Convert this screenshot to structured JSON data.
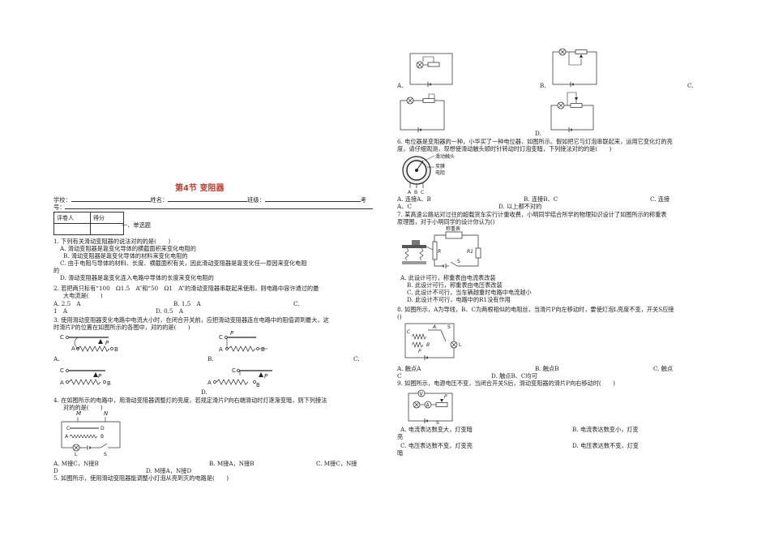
{
  "title": "第4节 变阻器",
  "info": {
    "school": "学校：",
    "name": "姓名：",
    "class": "班级：",
    "exam_no": "考",
    "exam_no2": "号："
  },
  "score_table": {
    "grader": "评卷人",
    "score": "得分"
  },
  "section1": "一、单选题",
  "q1": {
    "stem": "1. 下列有关滑动变阻器的说法对的的是(　　)",
    "a": "A. 滑动变阻器是靠变化导体的横截面积来变化电阻的",
    "b": "B. 滑动变阻器是靠变化导体的材料来变化电阻的",
    "c": "C. 由于电阻与导体的材料、长度、横截面积有关，因此滑动变阻器是靠变化任一原因来变化电阻",
    "c2": "的",
    "d": "D. 滑动变阻器是靠变化连入电路中导体的长度来变化电阻的"
  },
  "q2": {
    "stem": "2. 若把两只标有“100　Ω1.5　A”和“50　Ω1　A”的滑动变阻器串联起来使用，则电路中容许通过的最",
    "stem2": "大电流是(　　)",
    "a": "A. 2.5　A",
    "b": "B. 1.5　A",
    "c": "C.",
    "c2": "1　A",
    "d": "D. 0.5　A"
  },
  "q3": {
    "stem": "3. 使用滑动变阻器变化电路中电流大小时，在闭合开关前，应把滑动变阻器连在电路中的阻值调到最大，这",
    "stem2": "时滑片P的位置在如图所示的各图中，对的的是(　　)",
    "a": "A.",
    "b": "B.",
    "c": "C.",
    "d": "D."
  },
  "q4": {
    "stem": "4. 在如图所示的电路中，用滑动变阻器调整灯的亮度，若规定滑片P向右端滑动时灯逐渐变暗，则下列接法",
    "stem2": "对的的是(　　)",
    "a": "A. M接C，N接B",
    "b": "B. M接A，N接B",
    "c": "C. M接C，N接",
    "c2": "D",
    "d": "D. M接A，N接D"
  },
  "q5": {
    "stem": "5. 如图所示，使用滑动变阻器能调整小灯泡从亮到灭的电路是(　　)",
    "a": "A.",
    "b": "B.",
    "c": "C.",
    "d": "D."
  },
  "q6": {
    "stem": "6. 电位器是变阻器的一种，小华买了一种电位器，如图所示。假如把它与灯泡串联起来，运用它变化灯的亮",
    "stem2": "度，请仔细观测，现想使滑动触头顺时针转动时灯泡变暗，下列接法对的的是(　　)",
    "label_slider": "滑动触头",
    "label_film": "炭膜",
    "label_film2": "电阻",
    "a": "A. 连接A、B",
    "b": "B. 连接B、C",
    "c": "C. 连接",
    "c2": "A、C",
    "d": "D. 以上都不对的"
  },
  "q7": {
    "stem": "7. 某高速公路站对过往的超载货车实行计重收费，小明同学结合所学的物理知识设计了如图所示的称重表",
    "stem2": "原理图，对于小明同学的设计你认为()",
    "label_meter": "称重表",
    "a": "A. 此设计可行，称重表由电流表改装",
    "b": "B. 此设计可行，称重表由电压表改装",
    "c": "C. 此设计不可行，当车辆越重时电路中电流越小",
    "d": "D. 此设计不可行，电路中的R1没有作用"
  },
  "q8": {
    "stem": "8. 如图所示，A为导线，B、C为两根相似的电阻丝，当滑片P向左移动时，要使灯泡L亮度不变，开关S应接",
    "stem2": "()",
    "a": "A. 触点A",
    "b": "B. 触点B",
    "c": "C. 触点",
    "c2": "C",
    "d": "D. 触点B、C均可"
  },
  "q9": {
    "stem": "9. 如图所示，电源电压不变，当闭合开关S后，滑动变阻器的滑片P向右移动时(　　)",
    "a": "A. 电流表达数变大，灯变暗",
    "b": "B. 电流表达数变小，灯变",
    "b2": "亮",
    "c": "C. 电压表达数不变，灯变亮",
    "d": "D. 电压表达数不变，灯变",
    "d2": "暗"
  }
}
